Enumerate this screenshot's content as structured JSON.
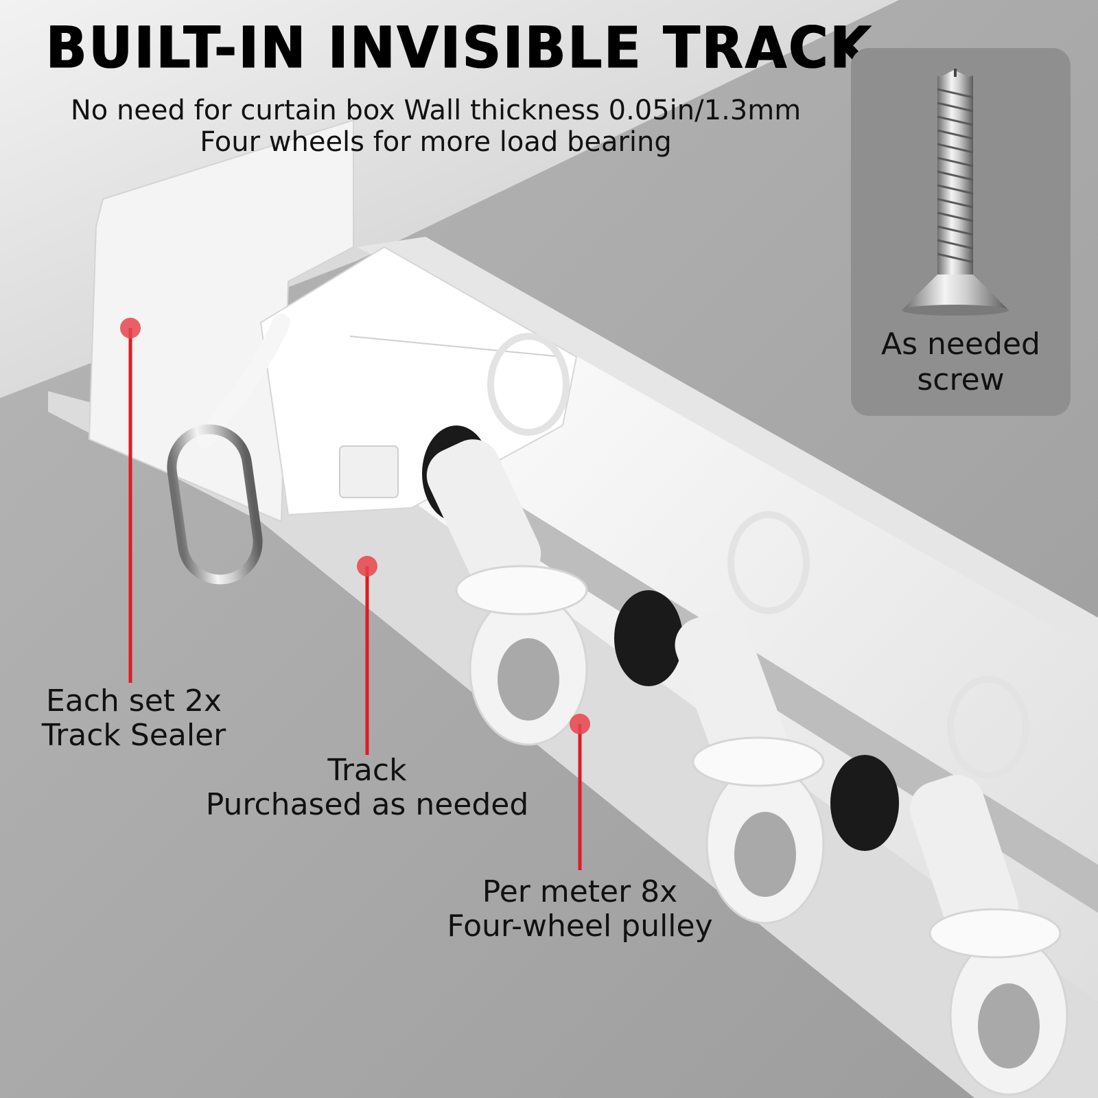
{
  "title": "BUILT-IN INVISIBLE TRACK",
  "subtitle": {
    "line1": "No need for curtain box Wall thickness 0.05in/1.3mm",
    "line2": "Four wheels for more load bearing"
  },
  "screw_panel": {
    "line1": "As needed",
    "line2": "screw",
    "icon": "screw-icon"
  },
  "callouts": [
    {
      "line1": "Each set 2x",
      "line2": "Track Sealer"
    },
    {
      "line1": "Track",
      "line2": "Purchased as needed"
    },
    {
      "line1": "Per meter 8x",
      "line2": "Four-wheel pulley"
    }
  ],
  "colors": {
    "marker": "#e8434b",
    "background": "#a9a9a9",
    "panel": "#8f8f8f"
  }
}
